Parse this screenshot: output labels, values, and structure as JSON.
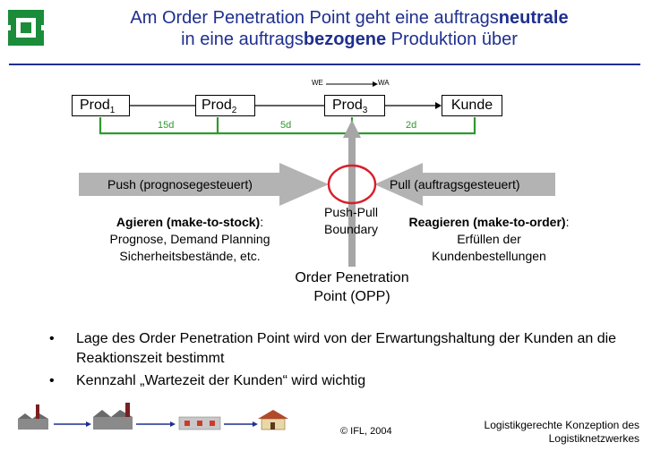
{
  "title": {
    "line1_pre": "Am Order Penetration Point geht eine auftrags",
    "line1_bold": "neutrale",
    "line2_pre": "in eine auftrags",
    "line2_bold": "bezogene",
    "line2_post": " Produktion über"
  },
  "nodes": [
    {
      "label": "Prod",
      "sub": "1"
    },
    {
      "label": "Prod",
      "sub": "2"
    },
    {
      "label": "Prod",
      "sub": "3"
    },
    {
      "label": "Kunde",
      "sub": ""
    }
  ],
  "durations": [
    "15d",
    "5d",
    "2d"
  ],
  "we_wa": {
    "left": "WE",
    "right": "WA"
  },
  "push_label": "Push (prognosegesteuert)",
  "pull_label": "Pull (auftragsgesteuert)",
  "boundary": {
    "line1": "Push-Pull",
    "line2": "Boundary"
  },
  "left_text": {
    "heading": "Agieren (make-to-stock)",
    "colon": ":",
    "line2": "Prognose, Demand Planning",
    "line3": "Sicherheitsbestände, etc."
  },
  "right_text": {
    "heading": "Reagieren (make-to-order)",
    "colon": ":",
    "line2": "Erfüllen der",
    "line3": "Kundenbestellungen"
  },
  "opp": {
    "line1": "Order Penetration",
    "line2": "Point (OPP)"
  },
  "bullets": [
    "Lage des Order Penetration Point wird von der Erwartungshaltung der Kunden an die Reaktionszeit bestimmt",
    "Kennzahl „Wartezeit der Kunden“ wird wichtig"
  ],
  "bullet_glyph": "•",
  "copyright": "© IFL, 2004",
  "footer": {
    "line1": "Logistikgerechte Konzeption des",
    "line2": "Logistiknetzwerkes"
  },
  "colors": {
    "title": "#1f2f8f",
    "green": "#2e9a2e",
    "arrow_gray": "#b3b3b3",
    "circle": "#d81e2a"
  }
}
